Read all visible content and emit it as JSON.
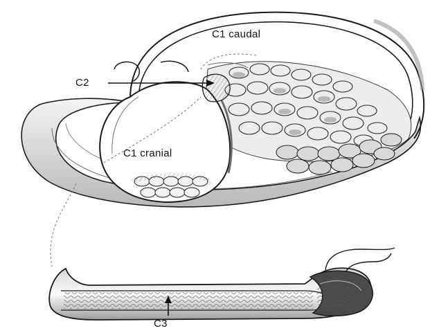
{
  "labels": {
    "c1_caudal": "C1 caudal",
    "c1_cranial": "C1 cranial",
    "c2": "C2",
    "c3": "C3"
  },
  "colors": {
    "ink": "#1a1a1a",
    "shade": "#bdbdbd",
    "light_shade": "#e2e2e2",
    "dark_shade": "#7a7a7a",
    "background": "#ffffff"
  },
  "style": "grayscale anatomical line drawing"
}
